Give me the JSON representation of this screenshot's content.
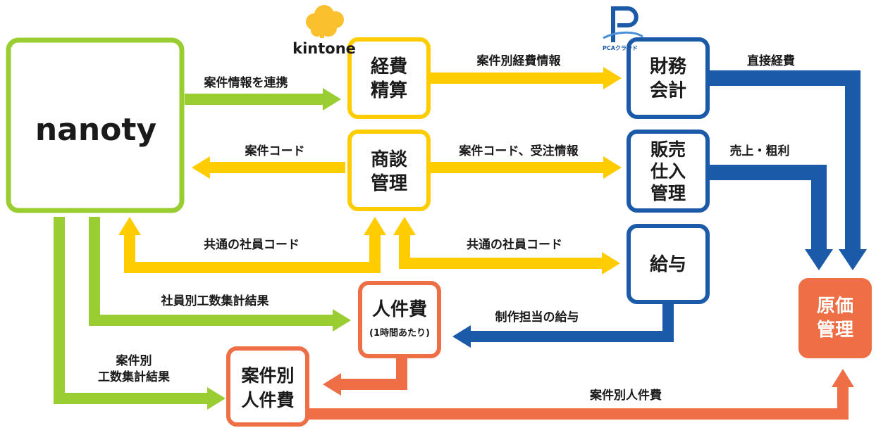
{
  "colors": {
    "green": "#9acd32",
    "yellow": "#ffcc00",
    "blue": "#1a5aa8",
    "orange": "#ee6e45",
    "cloud": "#fbc02d",
    "text": "#1a1a1a"
  },
  "logos": {
    "nanoty": "nanoty",
    "kintone": "kintone",
    "pca": "PCAクラウド"
  },
  "boxes": {
    "keihi": [
      "経費",
      "精算"
    ],
    "shodan": [
      "商談",
      "管理"
    ],
    "zaimu": [
      "財務",
      "会計"
    ],
    "hanbai": [
      "販売",
      "仕入",
      "管理"
    ],
    "kyuyo": [
      "給与"
    ],
    "jinkenhi": [
      "人件費"
    ],
    "jinkenhi_sub": "(1時間あたり)",
    "anken_jinkenhi": [
      "案件別",
      "人件費"
    ],
    "genka": [
      "原価",
      "管理"
    ]
  },
  "labels": {
    "anken_renkei": "案件情報を連携",
    "anken_code": "案件コード",
    "kyotsu_shain_left": "共通の社員コード",
    "kyotsu_shain_right": "共通の社員コード",
    "shain_kosu": "社員別工数集計結果",
    "anken_kosu": [
      "案件別",
      "工数集計結果"
    ],
    "anken_keihi": "案件別経費情報",
    "anken_juchu": "案件コード、受注情報",
    "seisaku_kyuyo": "制作担当の給与",
    "chokusetsu_keihi": "直接経費",
    "uriage_arari": "売上・粗利",
    "anken_jinkenhi_flow": "案件別人件費"
  }
}
